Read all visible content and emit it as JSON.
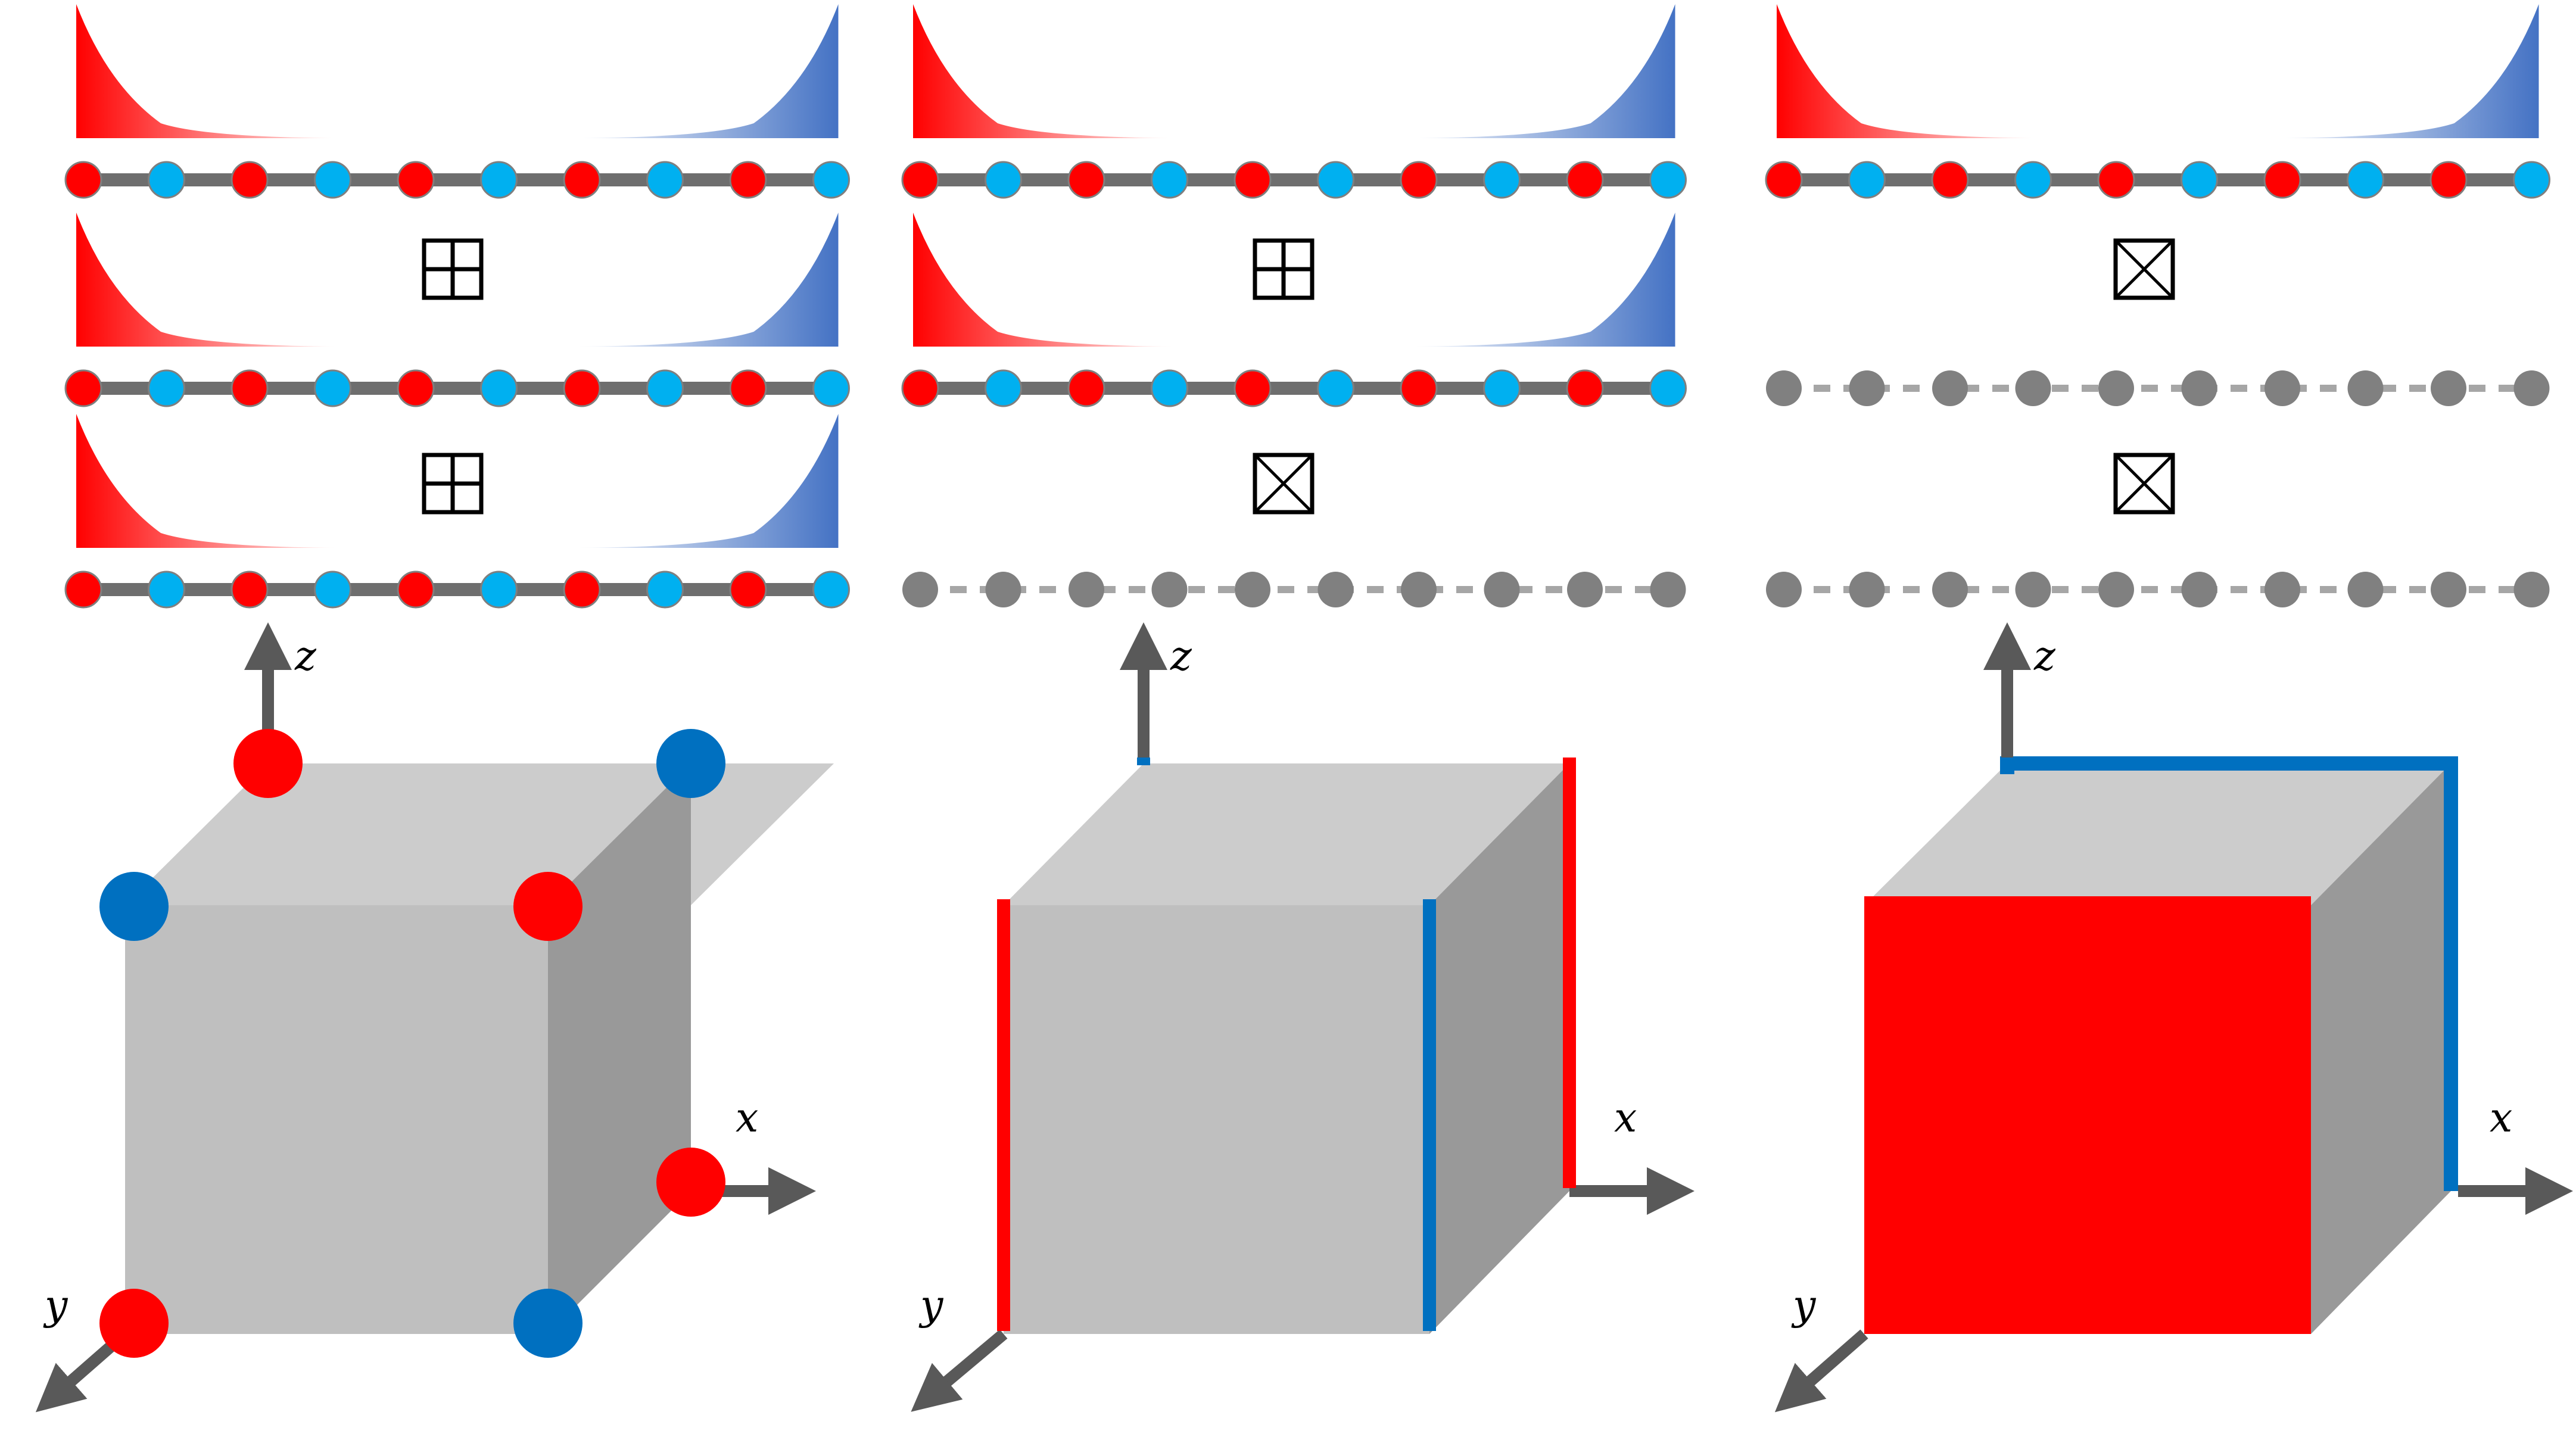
{
  "colors": {
    "red_site": "#ff0000",
    "blue_site": "#00b0f0",
    "chain_bond": "#6e6e6e",
    "trivial_site": "#808080",
    "trivial_bond": "#a6a6a6",
    "edge_blue": "#0070c0",
    "red_surface": "#ff0000",
    "cube_front": "#bfbfbf",
    "cube_top": "#cccccc",
    "cube_side": "#999999",
    "axis_arrow": "#595959",
    "wave_left": "#ff0000",
    "wave_right": "#4472c4"
  },
  "symbols": {
    "plus_box": "tensor-product-icon (boxed plus)",
    "x_box": "boxed-cross-icon"
  },
  "panels": [
    {
      "rows": [
        "topological",
        "topological",
        "topological"
      ],
      "separators": [
        "plus_box",
        "plus_box"
      ],
      "boundary": "corners",
      "axis_labels": {
        "x": "x",
        "y": "y",
        "z": "z"
      }
    },
    {
      "rows": [
        "topological",
        "topological",
        "trivial"
      ],
      "separators": [
        "plus_box",
        "x_box"
      ],
      "boundary": "hinges",
      "axis_labels": {
        "x": "x",
        "y": "y",
        "z": "z"
      }
    },
    {
      "rows": [
        "topological",
        "trivial",
        "trivial"
      ],
      "separators": [
        "x_box",
        "x_box"
      ],
      "boundary": "surfaces",
      "axis_labels": {
        "x": "x",
        "y": "y",
        "z": "z"
      }
    }
  ]
}
